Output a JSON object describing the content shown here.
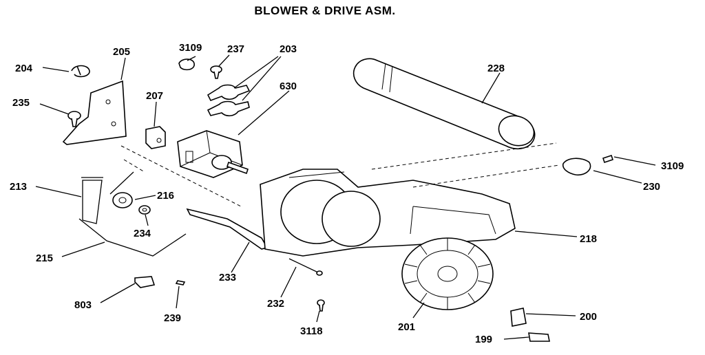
{
  "title": "BLOWER & DRIVE ASM.",
  "labels": {
    "p204": "204",
    "p205": "205",
    "p235": "235",
    "p3109a": "3109",
    "p237": "237",
    "p203": "203",
    "p630": "630",
    "p207": "207",
    "p228": "228",
    "p3109b": "3109",
    "p230": "230",
    "p213": "213",
    "p216": "216",
    "p234": "234",
    "p215": "215",
    "p233": "233",
    "p218": "218",
    "p232": "232",
    "p803": "803",
    "p239": "239",
    "p3118": "3118",
    "p201": "201",
    "p200": "200",
    "p199": "199"
  }
}
